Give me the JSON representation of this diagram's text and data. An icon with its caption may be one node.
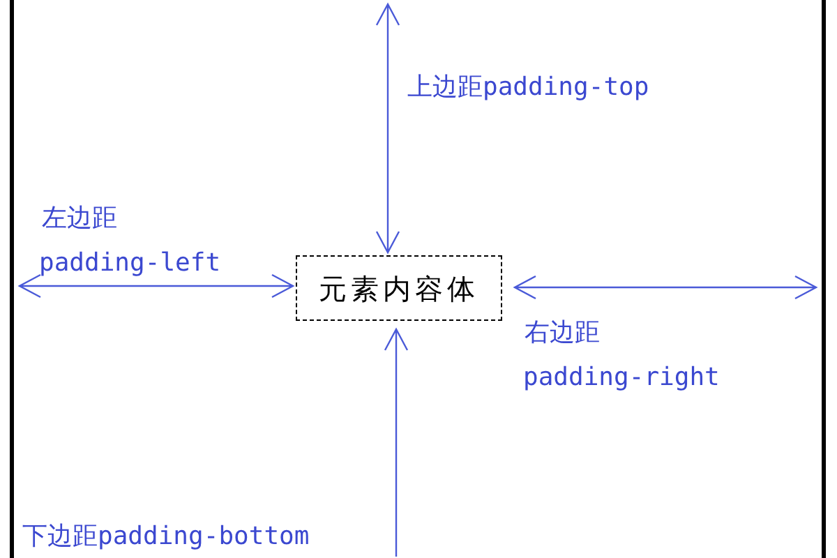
{
  "diagram": {
    "nodes": [
      {
        "text": [],
        "shape": "box"
      },
      {
        "text": [
          "元素内容体"
        ],
        "in": 0
      }
    ],
    "edges": [
      {
        "from": 0,
        "to": 1,
        "arrow": "both"
      },
      {
        "from": 0,
        "to": 1,
        "arrow": "both"
      },
      {
        "from": 0,
        "to": 1,
        "arrow": "both"
      },
      {
        "from": 0,
        "to": 1,
        "arrow": "to"
      }
    ],
    "labels": [
      "上边距padding-top",
      "左边距",
      "padding-left",
      "右边距",
      "padding-right",
      "下边距padding-bottom"
    ]
  }
}
